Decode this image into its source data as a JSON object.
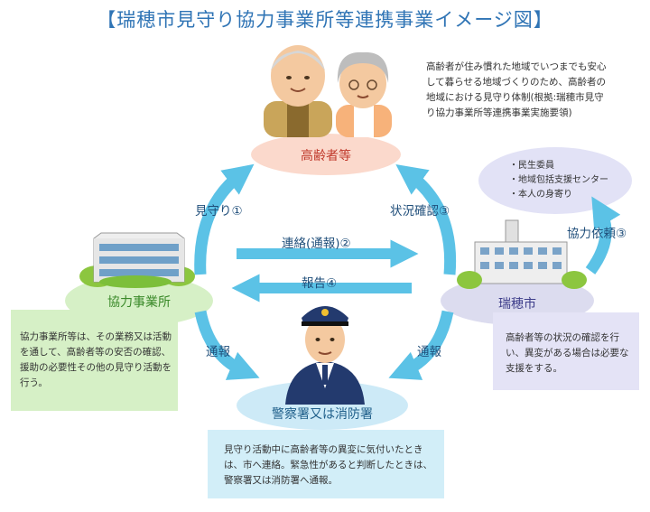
{
  "title": "【瑞穂市見守り協力事業所等連携事業イメージ図】",
  "description": "高齢者が住み慣れた地域でいつまでも安心して暮らせる地域づくりのため、高齢者の地域における見守り体制(根拠:瑞穂市見守り協力事業所等連携事業実施要領)",
  "nodes": {
    "elderly": "高齢者等",
    "business": "協力事業所",
    "city": "瑞穂市",
    "police": "警察署又は消防署"
  },
  "edges": {
    "watch": "見守り①",
    "contact": "連絡(通報)②",
    "status_check": "状況確認③",
    "report": "報告④",
    "request": "協力依頼③",
    "notify_left": "通報",
    "notify_right": "通報"
  },
  "bubble_items": [
    "・民生委員",
    "・地域包括支援センター",
    "・本人の身寄り"
  ],
  "boxes": {
    "business": "協力事業所等は、その業務又は活動を通して、高齢者等の安否の確認、援助の必要性その他の見守り活動を行う。",
    "city": "高齢者等の状況の確認を行い、異変がある場合は必要な支援をする。",
    "police": "見守り活動中に高齢者等の異変に気付いたときは、市へ連絡。緊急性があると判断したときは、警察署又は消防署へ通報。"
  },
  "colors": {
    "title": "#2f74b5",
    "arrow": "#5bc2e6",
    "elderly_ellipse": "#fbd9cc",
    "business_ellipse": "#d6f0c6",
    "city_ellipse": "#dcdcef",
    "police_ellipse": "#cdeaf7"
  }
}
